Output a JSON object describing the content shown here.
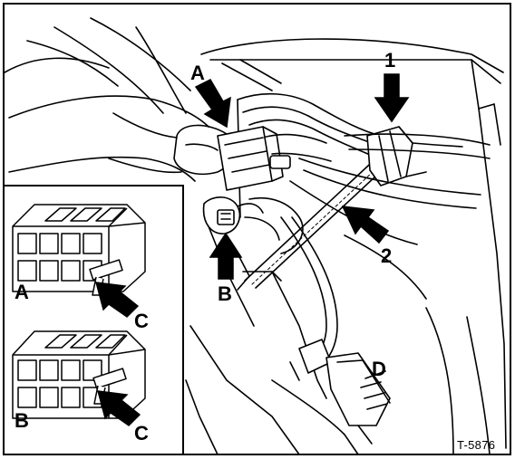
{
  "figure": {
    "callouts": {
      "a": "A",
      "one": "1",
      "two": "2",
      "b": "B",
      "d": "D"
    },
    "inset": {
      "connector_top_label": "A",
      "connector_bottom_label": "B",
      "latch_top_label": "C",
      "latch_bottom_label": "C"
    },
    "figure_code": "T-5876",
    "colors": {
      "ink": "#000000",
      "paper": "#ffffff"
    }
  }
}
